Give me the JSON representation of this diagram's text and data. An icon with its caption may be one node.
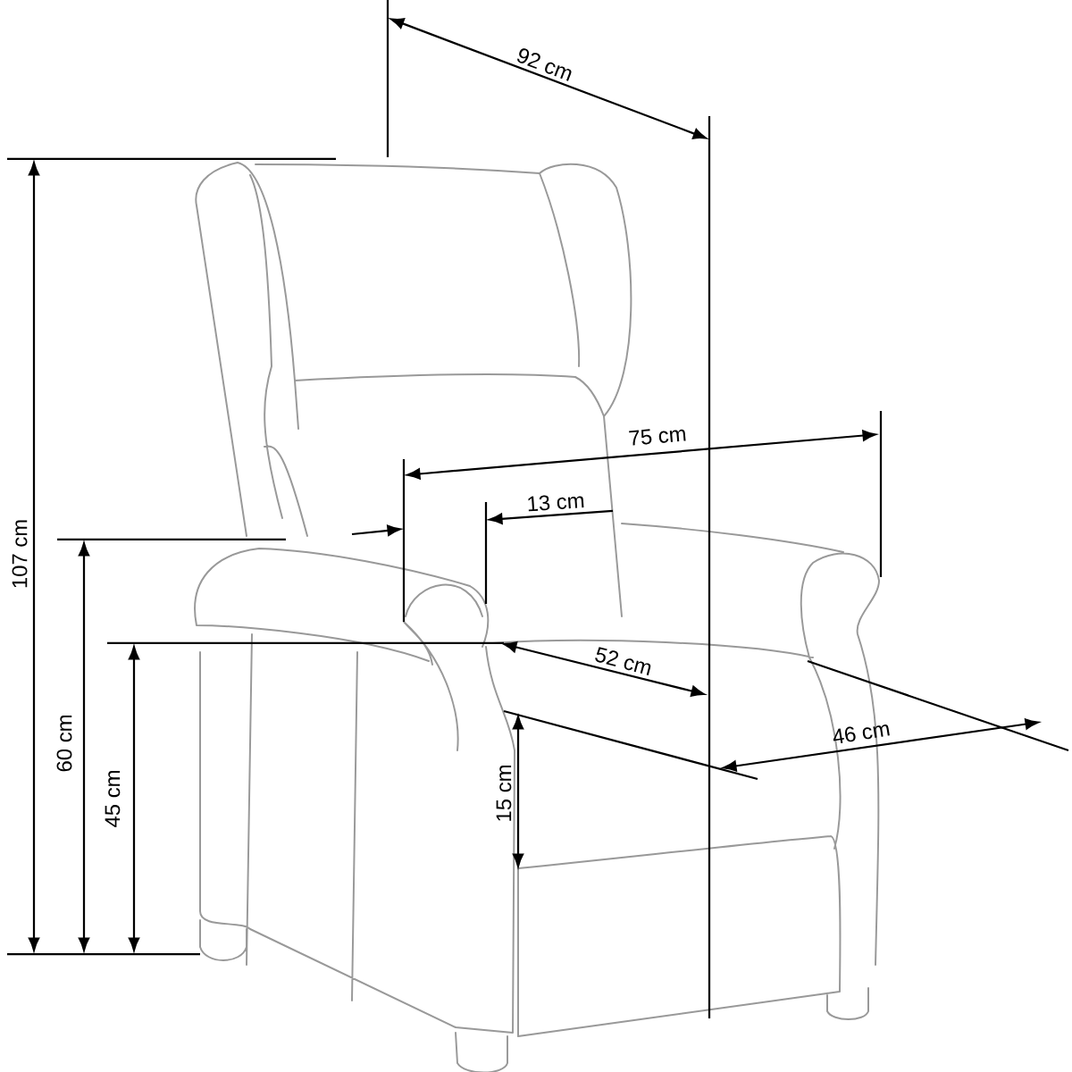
{
  "diagram": {
    "labels": [
      "92 cm",
      "107 cm",
      "75 cm",
      "13 cm",
      "60 cm",
      "52 cm",
      "45 cm",
      "15 cm",
      "46 cm"
    ]
  }
}
